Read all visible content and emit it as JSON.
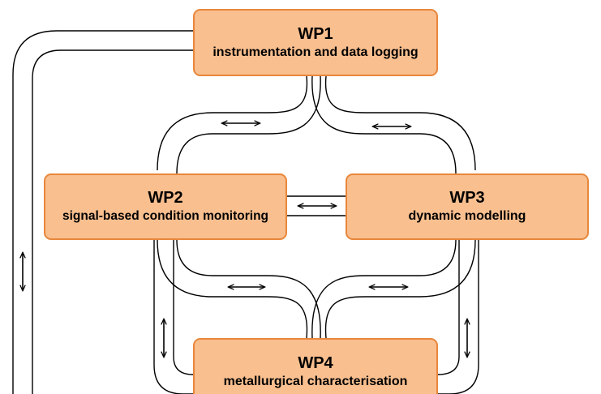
{
  "work_packages": {
    "wp1": {
      "title": "WP1",
      "subtitle": "instrumentation and data logging"
    },
    "wp2": {
      "title": "WP2",
      "subtitle": "signal-based condition monitoring"
    },
    "wp3": {
      "title": "WP3",
      "subtitle": "dynamic modelling"
    },
    "wp4": {
      "title": "WP4",
      "subtitle": "metallurgical characterisation"
    }
  },
  "colors": {
    "box_fill": "#f9bf8f",
    "box_border": "#e8873c",
    "link_line": "#000000"
  }
}
